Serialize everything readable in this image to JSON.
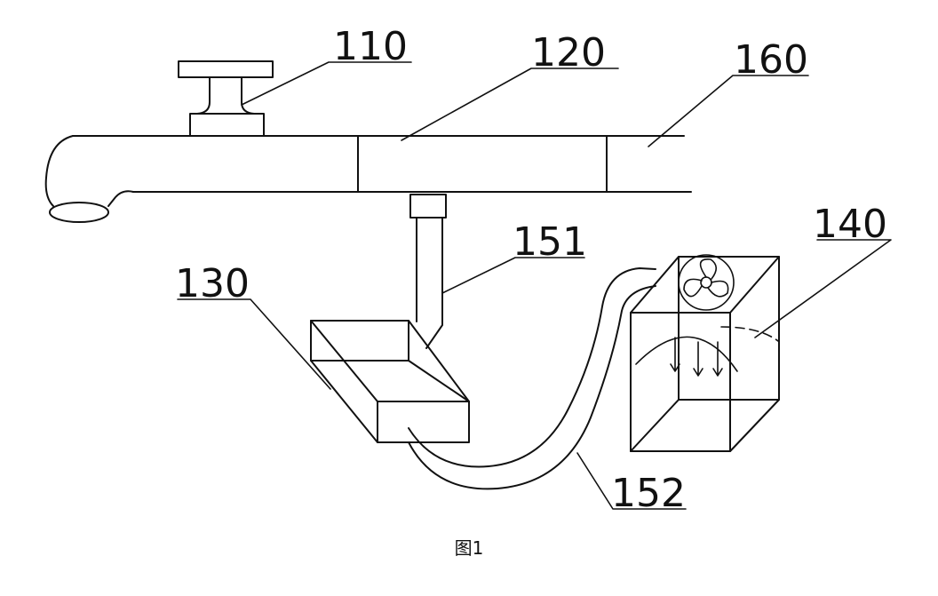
{
  "labels": {
    "l110": "110",
    "l120": "120",
    "l160": "160",
    "l151": "151",
    "l130": "130",
    "l140": "140",
    "l152": "152"
  },
  "caption": "图1"
}
